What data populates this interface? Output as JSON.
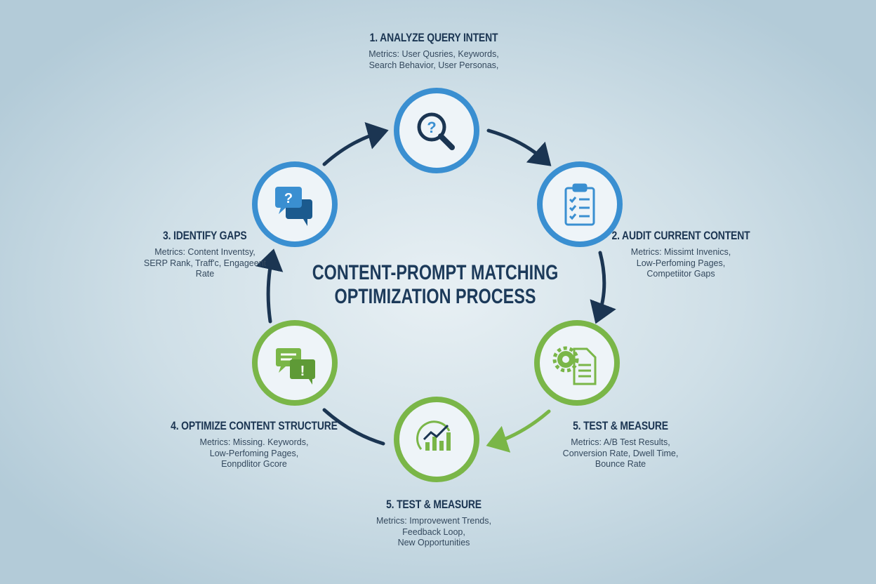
{
  "title": {
    "line1": "CONTENT-PROMPT MATCHING",
    "line2": "OPTIMIZATION PROCESS"
  },
  "colors": {
    "blue": "#3a8fd1",
    "green": "#7ab648",
    "arrow": "#1b3552"
  },
  "steps": [
    {
      "heading": "1. ANALYZE QUERY INTENT",
      "metrics": [
        "Metrics: User Qusries, Keywords,",
        "Search Behavior, User Personas,"
      ],
      "icon": "magnifier-question-icon",
      "color": "blue"
    },
    {
      "heading": "2. AUDIT CURRENT CONTENT",
      "metrics": [
        "Metrics: Missimt Invenics,",
        "Low-Perfoming Pages,",
        "Competiitor Gaps"
      ],
      "icon": "clipboard-checklist-icon",
      "color": "blue"
    },
    {
      "heading": "3. IDENTIFY GAPS",
      "metrics": [
        "Metrics: Content Inventsy,",
        "SERP Rank, Traff'c, Engageent",
        "Rate"
      ],
      "icon": "chat-question-icon",
      "color": "blue"
    },
    {
      "heading": "4. OPTIMIZE CONTENT STRUCTURE",
      "metrics": [
        "Metrics: Missing. Keywords,",
        "Low-Perfoming Pages,",
        "Eonpdlitor Gcore"
      ],
      "icon": "chat-exclamation-icon",
      "color": "green"
    },
    {
      "heading": "5. TEST & MEASURE",
      "metrics": [
        "Metrics: A/B Test Results,",
        "Conversion Rate, Dwell Time,",
        "Bounce Rate"
      ],
      "icon": "gear-document-icon",
      "color": "green"
    },
    {
      "heading": "5. TEST & MEASURE",
      "metrics": [
        "Metrics: Improvewent Trends,",
        "Feedback Loop,",
        "New Opportunities"
      ],
      "icon": "growth-chart-icon",
      "color": "green"
    }
  ]
}
